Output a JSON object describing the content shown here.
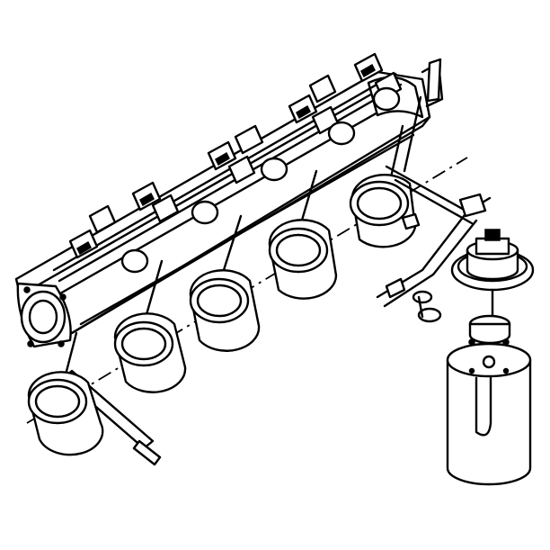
{
  "diagram": {
    "bearing_caps": 5,
    "cam_lobes": 12,
    "parts": [
      "camshaft-housing",
      "camshaft",
      "bearing-ring",
      "locating-rod",
      "dial-indicator",
      "indicator-bracket",
      "magnetic-base"
    ]
  }
}
